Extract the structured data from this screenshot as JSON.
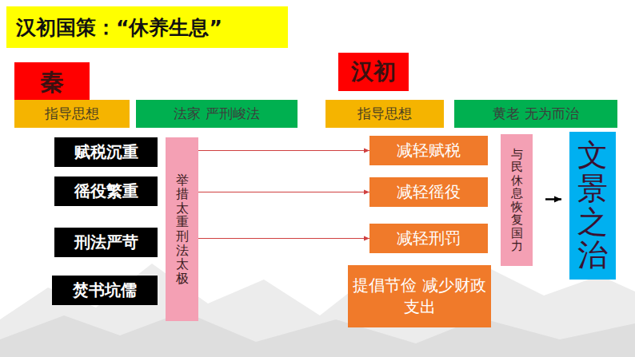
{
  "diagram": {
    "title": "汉初国策：“休养生息”",
    "nodes": [
      {
        "text": [
          "秦"
        ]
      },
      {
        "text": [
          "指导思想"
        ]
      },
      {
        "text": [
          "法家 严刑峻法"
        ]
      },
      {
        "text": [
          "汉初"
        ]
      },
      {
        "text": [
          "指导思想"
        ]
      },
      {
        "text": [
          "黄老 无为而治"
        ]
      },
      {
        "text": [
          "赋税沉重"
        ]
      },
      {
        "text": [
          "徭役繁重"
        ]
      },
      {
        "text": [
          "刑法严苛"
        ]
      },
      {
        "text": [
          "焚书坑儒"
        ]
      },
      {
        "text": [
          "举措太重 刑法太极"
        ]
      },
      {
        "text": [
          "减轻赋税"
        ]
      },
      {
        "text": [
          "减轻徭役"
        ]
      },
      {
        "text": [
          "减轻刑罚"
        ]
      },
      {
        "text": [
          "提倡节俭 减少财政支出"
        ]
      },
      {
        "text": [
          "与民休息 恢复国力"
        ]
      },
      {
        "text": [
          "文景之治"
        ]
      }
    ],
    "edges": [
      {
        "from": 10,
        "to": 11,
        "arrow": "to"
      },
      {
        "from": 10,
        "to": 12,
        "arrow": "to"
      },
      {
        "from": 10,
        "to": 13,
        "arrow": "to"
      },
      {
        "from": 15,
        "to": 16,
        "arrow": "to"
      }
    ]
  }
}
